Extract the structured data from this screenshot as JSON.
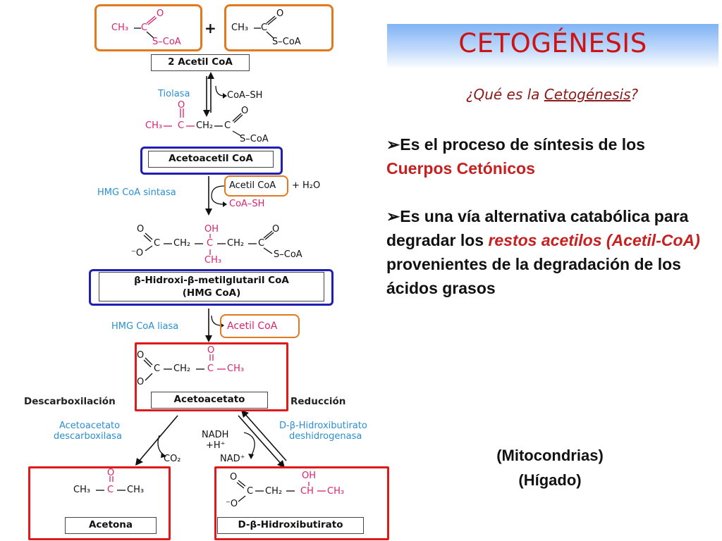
{
  "diagram": {
    "reactant_formula": {
      "ch3": "CH₃",
      "c": "C",
      "o": "O",
      "scoa": "S–CoA"
    },
    "plus": "+",
    "acetil_coa_box": "2 Acetil CoA",
    "tiolasa": "Tiolasa",
    "coa_sh": "CoA–SH",
    "acetoacetil": {
      "ch3": "CH₃",
      "c1": "C",
      "ch2": "CH₂",
      "c2": "C",
      "o": "O",
      "scoa": "S–CoA"
    },
    "acetoacetil_box": "Acetoacetil CoA",
    "hmg_sintasa": "HMG CoA sintasa",
    "acetil_coa_in": "Acetil CoA",
    "h2o": "+ H₂O",
    "coa_sh_out": "CoA–SH",
    "hmg": {
      "o": "O",
      "c": "C",
      "ch2": "CH₂",
      "oh": "OH",
      "ch3": "CH₃",
      "scoa": "S–CoA",
      "ominus": "⁻O"
    },
    "hmg_box_line1": "β-Hidroxi-β-metilglutaril CoA",
    "hmg_box_line2": "(HMG CoA)",
    "hmg_liasa": "HMG CoA liasa",
    "acetil_coa_out": "Acetil CoA",
    "acetoacetato": {
      "o": "O",
      "c": "C",
      "ch2": "CH₂",
      "ch3": "CH₃",
      "ominus": "⁻O"
    },
    "acetoacetato_box": "Acetoacetato",
    "descarboxilacion": "Descarboxilación",
    "reduccion": "Reducción",
    "enzyme_left_1": "Acetoacetato",
    "enzyme_left_2": "descarboxilasa",
    "co2": "CO₂",
    "nadh": "NADH",
    "h_plus": "+H⁺",
    "nad": "NAD⁺",
    "enzyme_right_1": "D-β-Hidroxibutirato",
    "enzyme_right_2": "deshidrogenasa",
    "acetona": {
      "ch3a": "CH₃",
      "c": "C",
      "ch3b": "CH₃",
      "o": "O"
    },
    "acetona_box": "Acetona",
    "hidroxibutirato": {
      "o": "O",
      "c": "C",
      "ch2": "CH₂",
      "ch": "CH",
      "ch3": "CH₃",
      "oh": "OH",
      "ominus": "⁻O"
    },
    "hidroxibutirato_box": "D-β-Hidroxibutirato"
  },
  "panel": {
    "title": "CETOGÉNESIS",
    "question_prefix": "¿Qué es la ",
    "question_link": "Cetogénesis",
    "question_suffix": "?",
    "bullet1_text": "Es el proceso de síntesis de los",
    "bullet1_red": "Cuerpos Cetónicos",
    "bullet2_a": "Es una vía alternativa catabólica para degradar los ",
    "bullet2_red1": "restos acetilos (Acetil-CoA)",
    "bullet2_b": " provenientes de la degradación de los ácidos grasos",
    "location1": "(Mitocondrias)",
    "location2": "(Hígado)"
  },
  "colors": {
    "title": "#cc1414",
    "orange_frame": "#e07a1e",
    "blue_frame": "#1f1fb4",
    "red_frame": "#e01a1a",
    "enzyme": "#2a8fd0",
    "pink": "#d6246e"
  }
}
